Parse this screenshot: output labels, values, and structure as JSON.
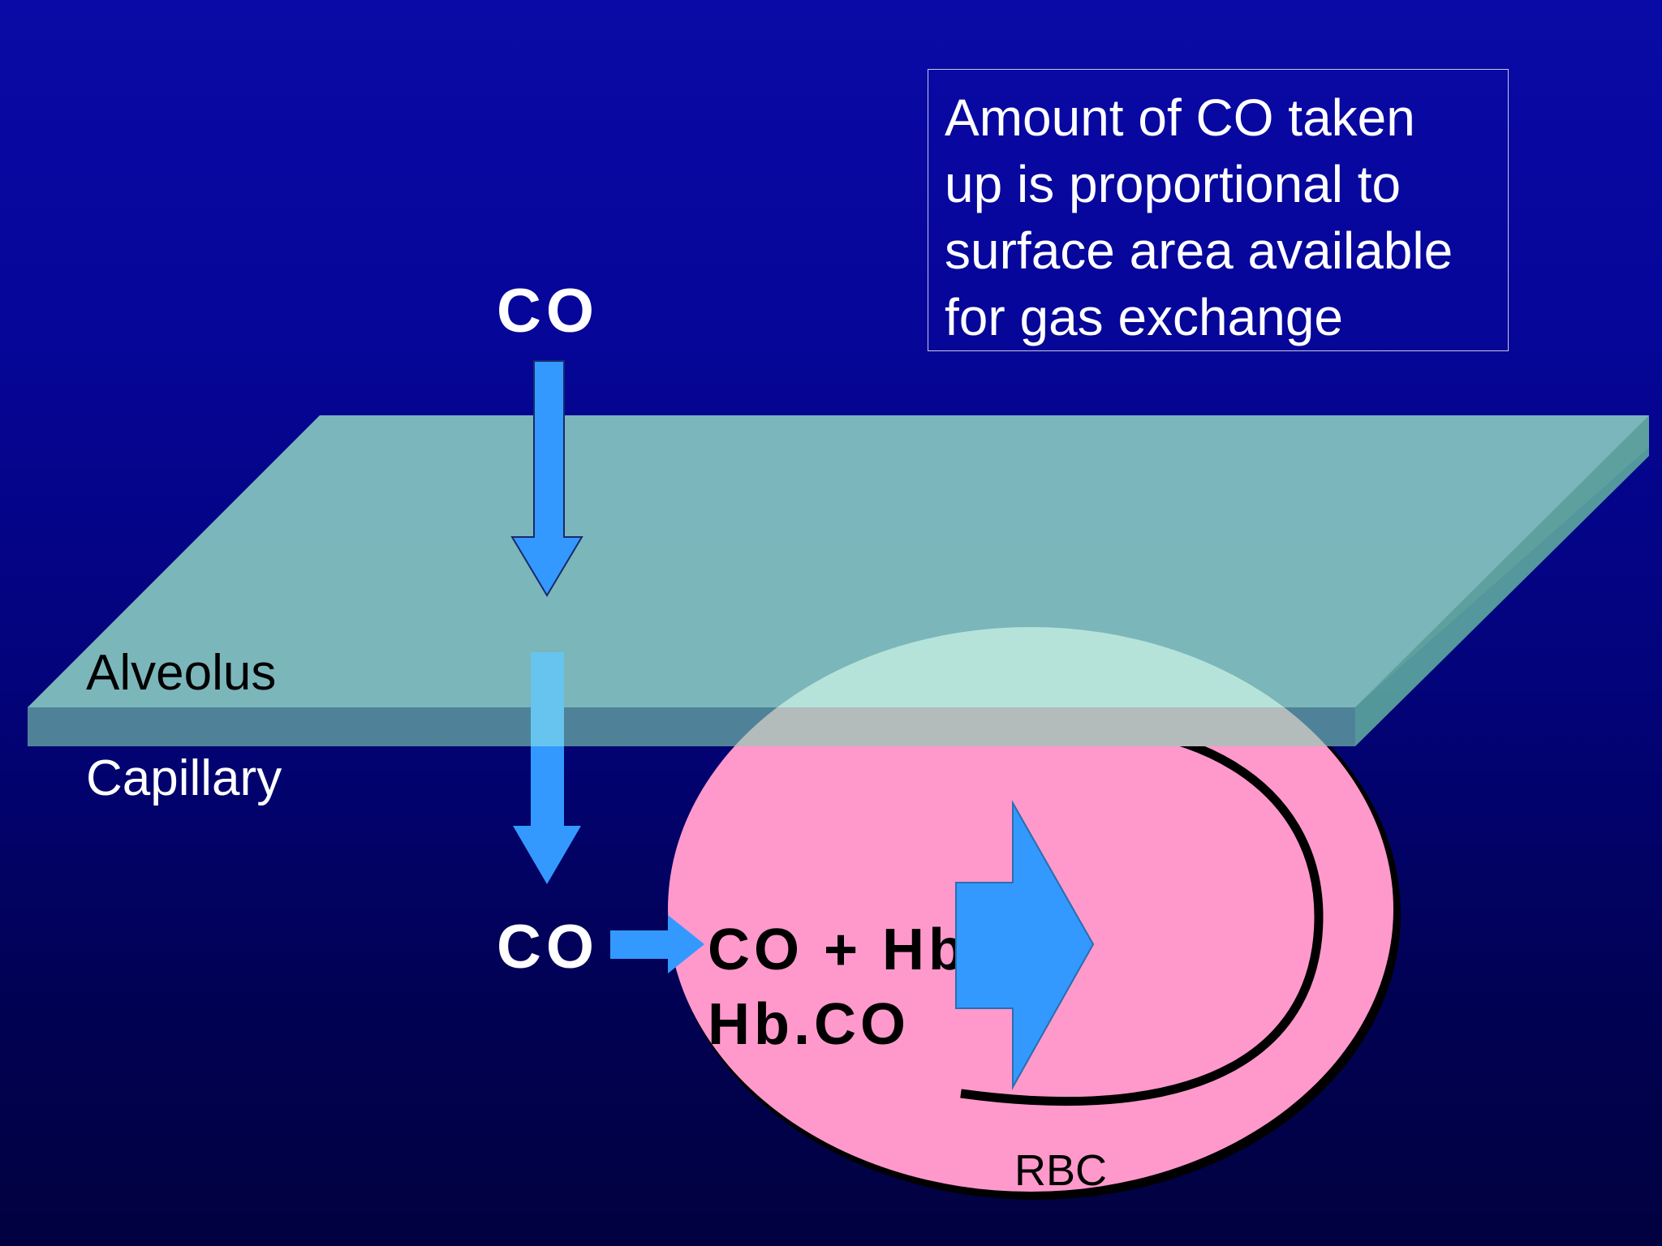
{
  "note": {
    "lines": [
      "Amount of CO taken",
      "up is proportional to",
      "surface area available",
      "for gas exchange"
    ]
  },
  "labels": {
    "co_top": "CO",
    "co_bottom": "CO",
    "alveolus": "Alveolus",
    "capillary": "Capillary",
    "reaction_line1": "CO + Hb",
    "reaction_line2": "Hb.CO",
    "rbc": "RBC"
  },
  "colors": {
    "membrane": "#84c4bf",
    "membrane_edge": "#5aa29e",
    "rbc": "#ff99cc",
    "arrow": "#3399ff"
  }
}
